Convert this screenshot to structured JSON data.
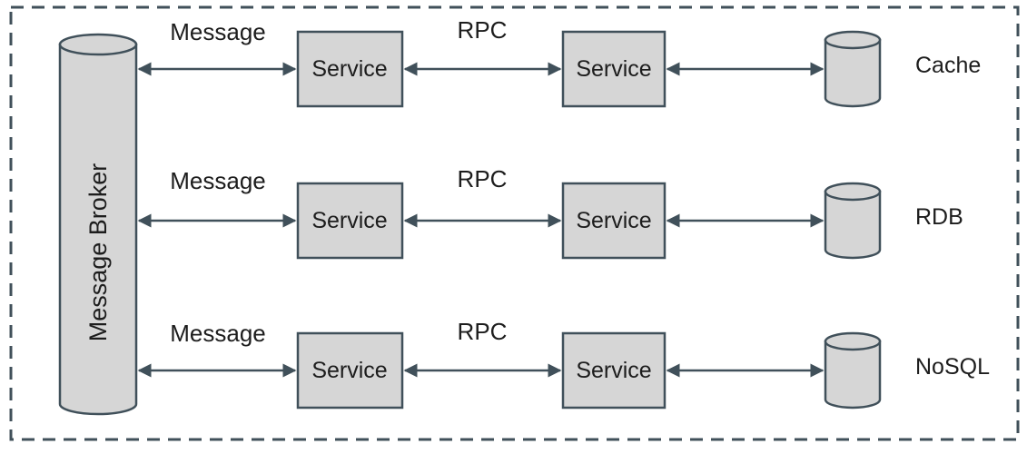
{
  "diagram": {
    "broker_label": "Message Broker",
    "rows": [
      {
        "message_label": "Message",
        "service_left": "Service",
        "rpc_label": "RPC",
        "service_right": "Service",
        "datastore_label": "Cache"
      },
      {
        "message_label": "Message",
        "service_left": "Service",
        "rpc_label": "RPC",
        "service_right": "Service",
        "datastore_label": "RDB"
      },
      {
        "message_label": "Message",
        "service_left": "Service",
        "rpc_label": "RPC",
        "service_right": "Service",
        "datastore_label": "NoSQL"
      }
    ],
    "colors": {
      "node_fill": "#d6d6d6",
      "line": "#40505a",
      "text": "#1d1d1d",
      "background": "#ffffff"
    }
  }
}
